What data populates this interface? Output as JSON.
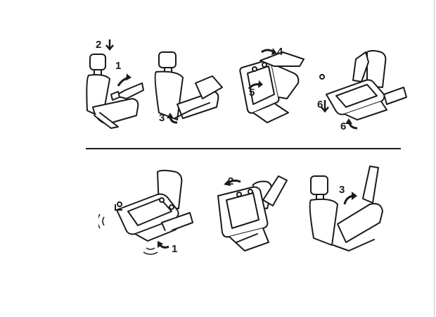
{
  "diagram": {
    "sections": [
      {
        "name": "remove-seat-sequence",
        "panels": [
          {
            "labels": [
              "2",
              "1"
            ]
          },
          {
            "labels": [
              "3"
            ]
          },
          {
            "labels": [
              "4",
              "5"
            ]
          },
          {
            "labels": [
              "6",
              "6"
            ]
          }
        ]
      },
      {
        "name": "install-seat-sequence",
        "panels": [
          {
            "labels": [
              "1"
            ]
          },
          {
            "labels": [
              "2"
            ]
          },
          {
            "labels": [
              "3"
            ]
          }
        ]
      }
    ],
    "colors": {
      "ink": "#1a1a1a",
      "paper": "#ffffff"
    }
  }
}
